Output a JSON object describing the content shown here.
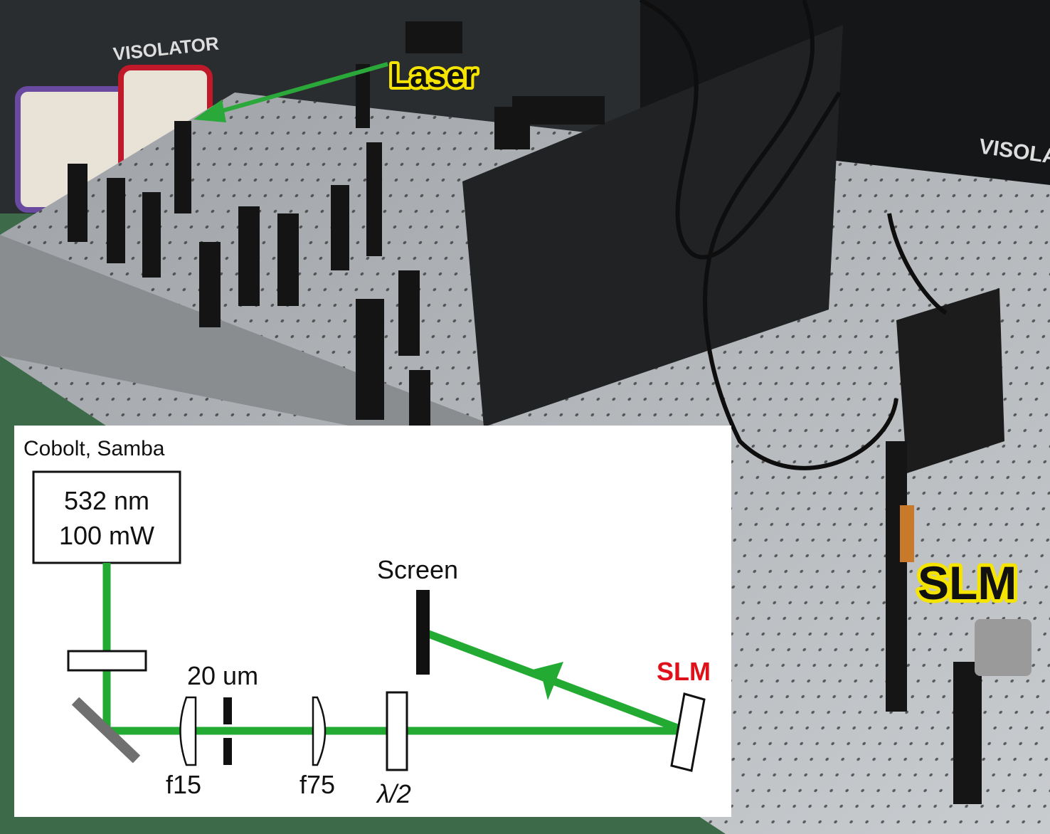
{
  "photo": {
    "labels": {
      "laser": "Laser",
      "slm": "SLM"
    },
    "brand_text": [
      "VISOLATOR",
      "VISOLAT"
    ],
    "colors": {
      "highlight": "#f5e400",
      "beam": "#2aa83a"
    }
  },
  "diagram": {
    "laser_model": "Cobolt, Samba",
    "laser_wavelength": "532 nm",
    "laser_power": "100 mW",
    "pinhole_label": "20 um",
    "lens1_label": "f15",
    "lens2_label": "f75",
    "waveplate_label": "λ/2",
    "screen_label": "Screen",
    "slm_label": "SLM",
    "colors": {
      "beam": "#22aa33",
      "slm_label": "#e0101a",
      "mirror": "#707070"
    }
  }
}
